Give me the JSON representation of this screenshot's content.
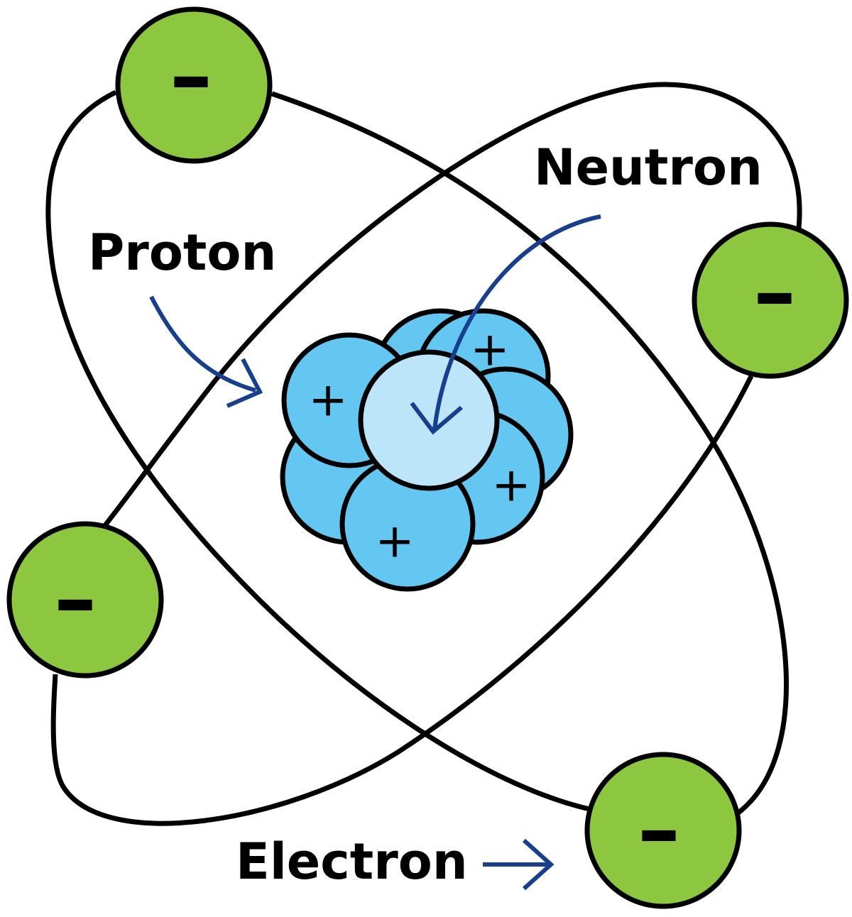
{
  "colors": {
    "electron_fill": "#8dc63f",
    "proton_fill": "#63c7f2",
    "neutron_fill": "#bde5fa",
    "outline": "#000000",
    "arrow": "#173f8c"
  },
  "labels": {
    "proton": "Proton",
    "neutron": "Neutron",
    "electron": "Electron"
  },
  "charges": {
    "electron": "–",
    "proton": "+"
  }
}
